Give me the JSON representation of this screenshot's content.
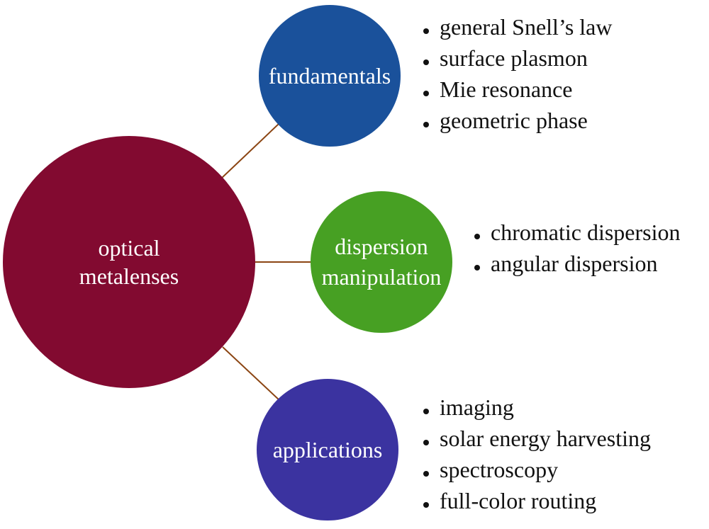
{
  "diagram": {
    "root": {
      "label_lines": [
        "optical",
        "metalenses"
      ],
      "color": "#820a30"
    },
    "connector_color": "#8b4513",
    "branches": [
      {
        "id": "fundamentals",
        "label_lines": [
          "fundamentals"
        ],
        "color": "#1a519b",
        "items": [
          "general Snell’s law",
          "surface plasmon",
          "Mie resonance",
          "geometric phase"
        ]
      },
      {
        "id": "dispersion",
        "label_lines": [
          "dispersion",
          "manipulation"
        ],
        "color": "#47a023",
        "items": [
          "chromatic dispersion",
          "angular dispersion"
        ]
      },
      {
        "id": "applications",
        "label_lines": [
          "applications"
        ],
        "color": "#3b33a0",
        "items": [
          "imaging",
          "solar energy harvesting",
          "spectroscopy",
          "full-color routing"
        ]
      }
    ]
  }
}
